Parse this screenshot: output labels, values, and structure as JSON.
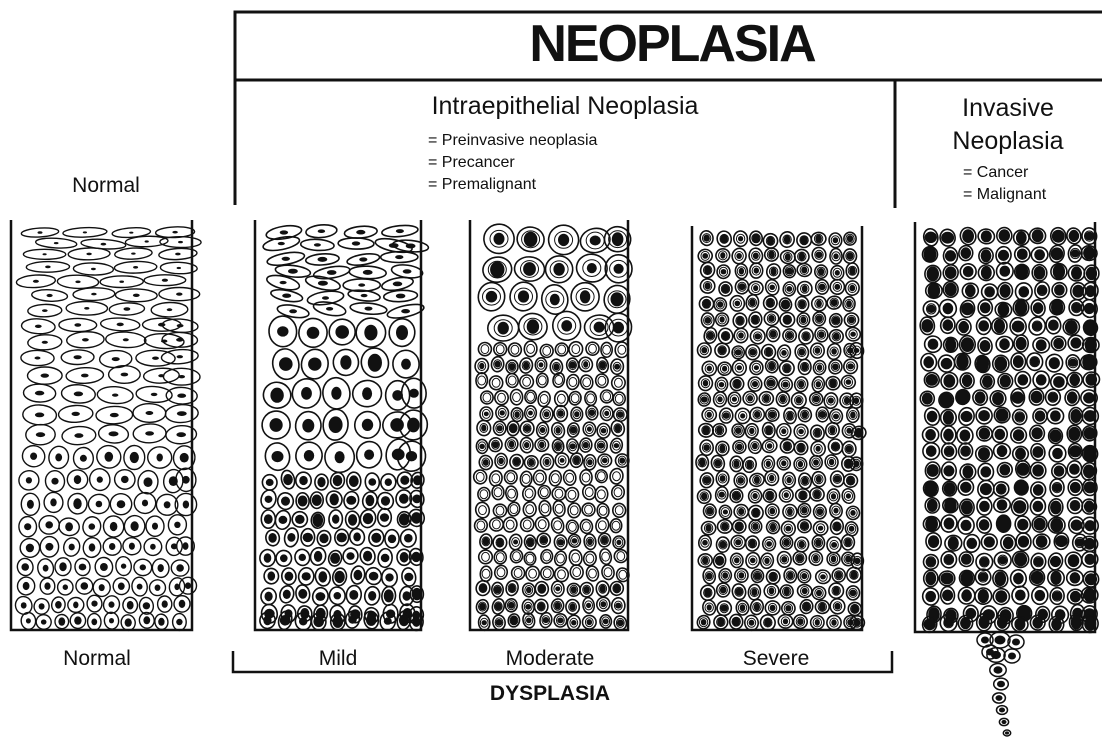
{
  "header": {
    "title": "NEOPLASIA",
    "intraepithelial": {
      "title": "Intraepithelial Neoplasia",
      "synonyms": [
        "= Preinvasive neoplasia",
        "= Precancer",
        "= Premalignant"
      ]
    },
    "invasive": {
      "title_line1": "Invasive",
      "title_line2": "Neoplasia",
      "synonyms": [
        "= Cancer",
        "= Malignant"
      ]
    }
  },
  "normal_heading": "Normal",
  "columns": [
    {
      "label": "Normal",
      "stage": "normal"
    },
    {
      "label": "Mild",
      "stage": "mild"
    },
    {
      "label": "Moderate",
      "stage": "moderate"
    },
    {
      "label": "Severe",
      "stage": "severe"
    },
    {
      "label": "",
      "stage": "invasive"
    }
  ],
  "dysplasia_label": "DYSPLASIA",
  "colors": {
    "ink": "#111111",
    "background": "#ffffff"
  }
}
